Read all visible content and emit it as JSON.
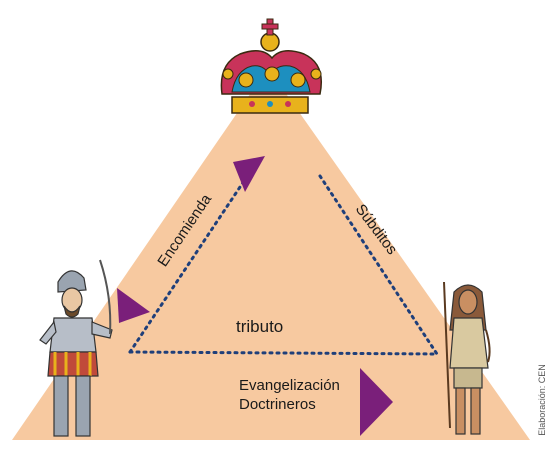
{
  "labels": {
    "encomienda": "Encomienda",
    "subditos": "Súbditos",
    "tributo": "tributo",
    "evangelizacion": "Evangelización",
    "doctrineros": "Doctrineros",
    "credit": "Elaboración: CEN"
  },
  "colors": {
    "triangle_fill": "#f7c9a0",
    "arrow": "#7a1f7a",
    "dotted_line": "#1f3f7a",
    "crown_red": "#c8335a",
    "crown_blue": "#1d8fbf",
    "crown_gold": "#e8b21c"
  },
  "icons": {
    "crown": "crown-icon",
    "conquistador": "conquistador-figure",
    "indigenous": "indigenous-figure"
  }
}
